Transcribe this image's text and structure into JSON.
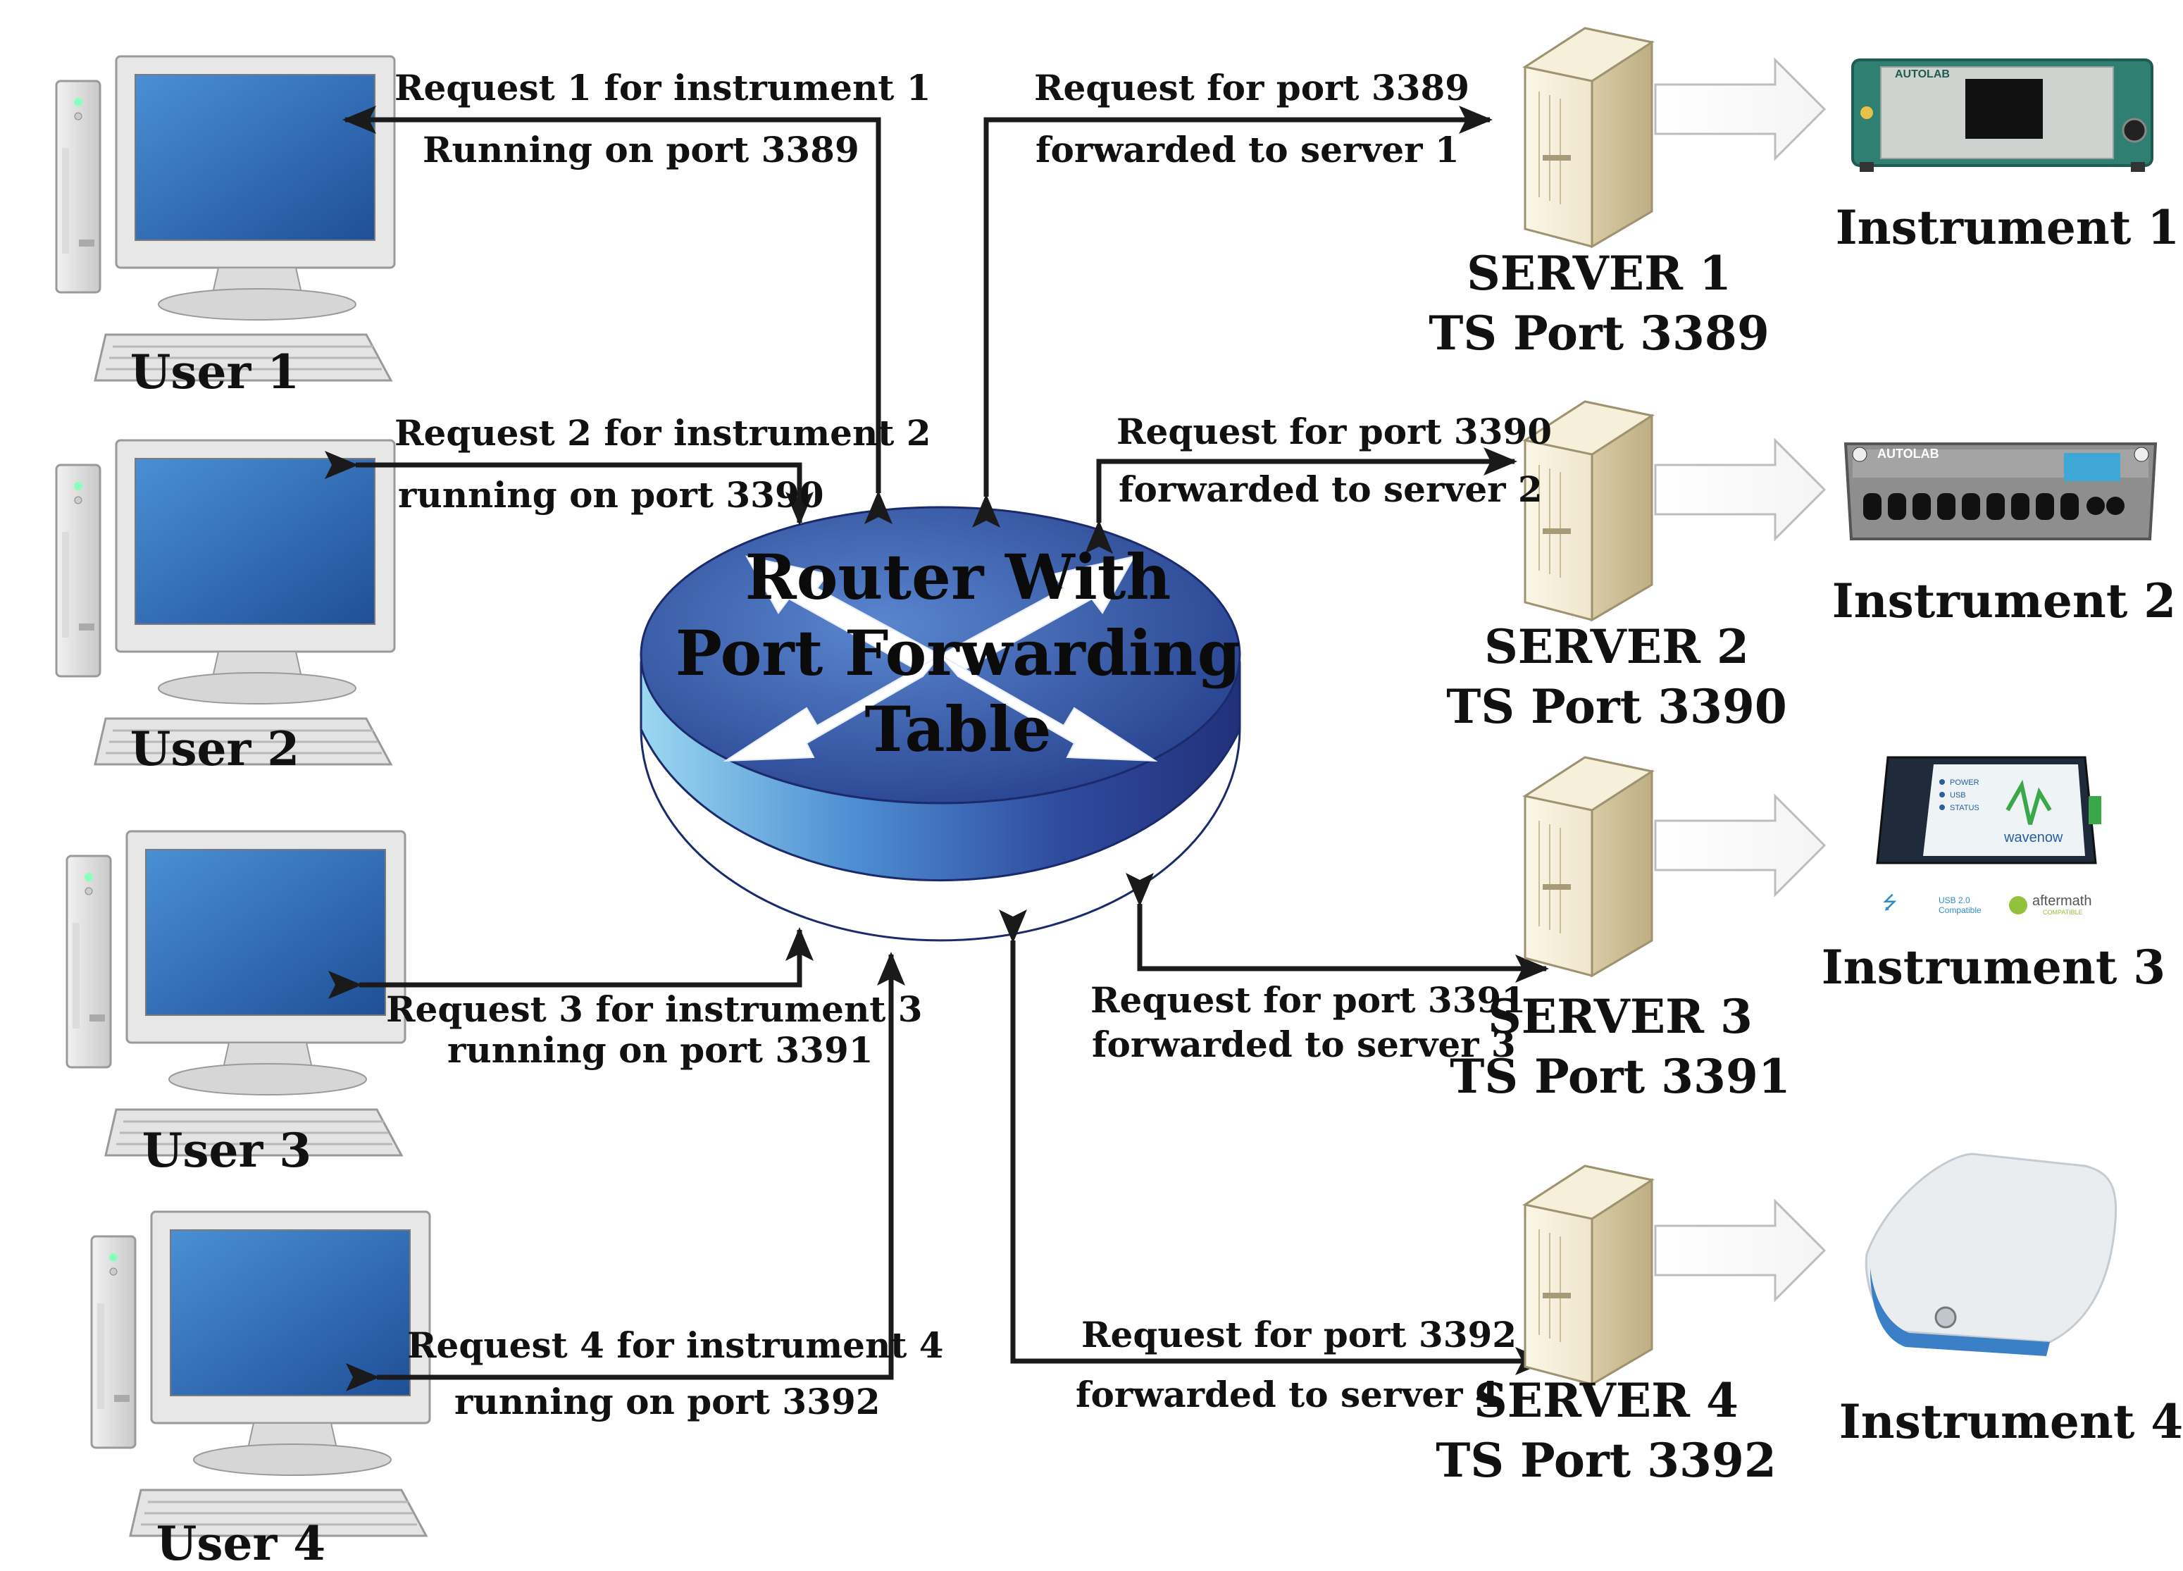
{
  "router": {
    "lines": [
      "Router With",
      "Port Forwarding",
      "Table"
    ]
  },
  "users": [
    {
      "label": "User 1",
      "request_line1": "Request 1 for instrument 1",
      "request_line2": "Running on port 3389"
    },
    {
      "label": "User 2",
      "request_line1": "Request 2 for instrument 2",
      "request_line2": "running on port 3390"
    },
    {
      "label": "User 3",
      "request_line1": "Request 3 for instrument 3",
      "request_line2": "running on port 3391"
    },
    {
      "label": "User 4",
      "request_line1": "Request 4 for instrument 4",
      "request_line2": "running on port 3392"
    }
  ],
  "servers": [
    {
      "name": "SERVER 1",
      "port": "TS Port 3389",
      "forward_line1": "Request for port 3389",
      "forward_line2": "forwarded to server 1"
    },
    {
      "name": "SERVER 2",
      "port": "TS Port 3390",
      "forward_line1": "Request for port 3390",
      "forward_line2": "forwarded to server 2"
    },
    {
      "name": "SERVER 3",
      "port": "TS Port 3391",
      "forward_line1": "Request for port 3391",
      "forward_line2": "forwarded to server 3"
    },
    {
      "name": "SERVER 4",
      "port": "TS Port 3392",
      "forward_line1": "Request for port 3392",
      "forward_line2": "forwarded to server 4"
    }
  ],
  "instruments": [
    {
      "label": "Instrument 1",
      "device_text": [
        "AUTOLAB"
      ]
    },
    {
      "label": "Instrument 2",
      "device_text": [
        "AUTOLAB"
      ]
    },
    {
      "label": "Instrument 3",
      "device_text": [
        "wavenow",
        "POWER",
        "USB",
        "STATUS",
        "USB 2.0",
        "Compatible",
        "aftermath",
        "COMPATIBLE"
      ]
    },
    {
      "label": "Instrument 4",
      "device_text": []
    }
  ],
  "colors": {
    "arrow": "#1a1a1a",
    "router_top": "#2f4f9a",
    "router_side_light": "#8fd0ee",
    "router_side_dark": "#283a88",
    "monitor_screen": "#2f69b0",
    "server_body": "#efe6cc"
  }
}
